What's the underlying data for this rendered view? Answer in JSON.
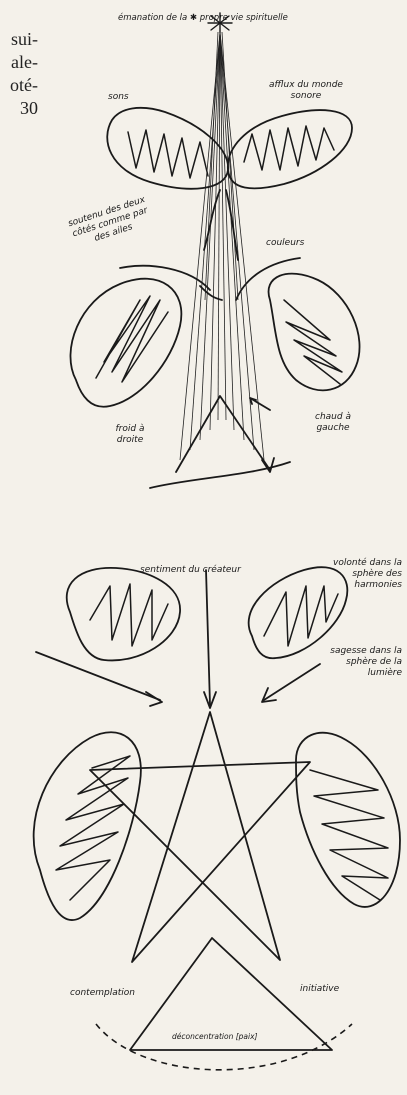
{
  "page_edge": {
    "lines": [
      "sui-",
      "ale-",
      "oté-",
      "30"
    ]
  },
  "diagram_top": {
    "top_label": "émanation de la ✱ propre vie spirituelle",
    "son": "sons",
    "afflux": "afflux du monde sonore",
    "soutenu": "soutenu des deux côtés comme par des ailes",
    "couleurs": "couleurs",
    "froid": "froid à droite",
    "chaud": "chaud à gauche"
  },
  "diagram_bottom": {
    "sentiment": "sentiment du créateur",
    "volonte": "volonté dans la sphère des harmonies",
    "sagesse": "sagesse dans la sphère de la lumière",
    "contemplation": "contemplation",
    "initiative": "initiative",
    "deconcentration": "déconcentration [paix]"
  }
}
